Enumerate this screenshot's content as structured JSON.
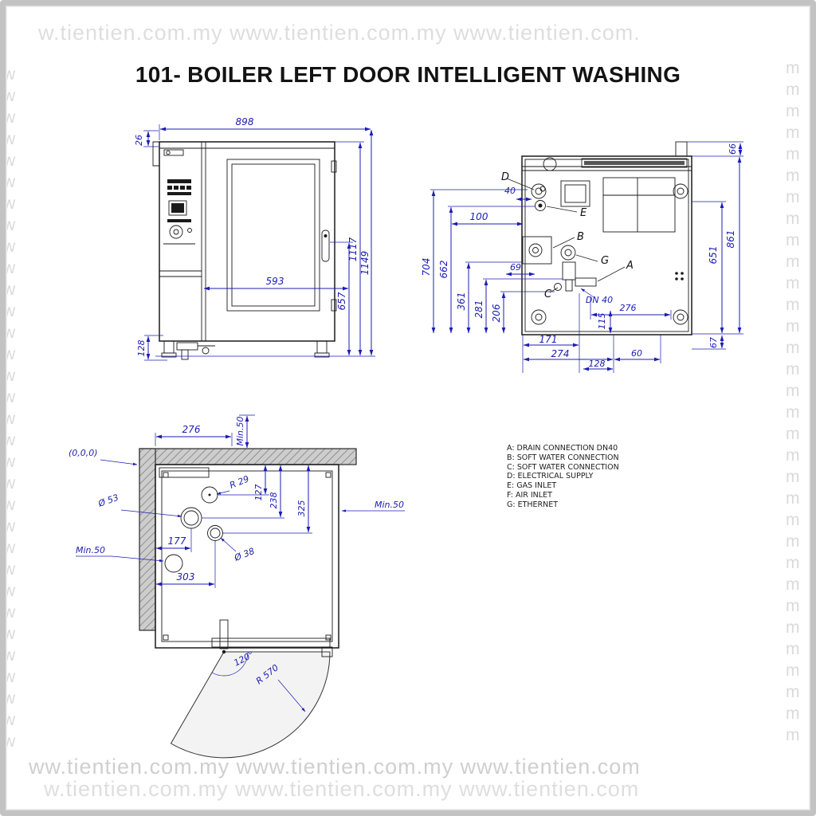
{
  "title": "101- BOILER LEFT DOOR  INTELLIGENT WASHING",
  "watermarks": {
    "top": "w.tientien.com.my www.tientien.com.my www.tientien.com.",
    "bottom1": "ww.tientien.com.my www.tientien.com.my www.tientien.com",
    "bottom2": "w.tientien.com.my www.tientien.com.my www.tientien.com",
    "left_column": "w\nw\nw\nw\nw\nw\nw\nw\nw\nw\nw\nw\nw\nw\nw\nw\nw\nw\nw\nw\nw\nw\nw\nw\nw\nw\nw\nw\nw\nw\nw\nw",
    "right_column": "m\nm\nm\nm\nm\nm\nm\nm\nm\nm\nm\nm\nm\nm\nm\nm\nm\nm\nm\nm\nm\nm\nm\nm\nm\nm\nm\nm\nm\nm\nm\nm"
  },
  "front_view": {
    "dim_total_width": "898",
    "dim_top_offset": "26",
    "dim_door_width": "593",
    "dim_handle_height": "657",
    "dim_body_height": "1117",
    "dim_total_height": "1149",
    "dim_base_height": "128"
  },
  "top_view": {
    "dim_66": "66",
    "dim_40": "40",
    "dim_100": "100",
    "dim_861": "861",
    "dim_651": "651",
    "dim_67": "67",
    "dim_704": "704",
    "dim_662": "662",
    "dim_361": "361",
    "dim_281": "281",
    "dim_206": "206",
    "dim_69": "69",
    "dim_dn40": "DN 40",
    "dim_115": "115",
    "dim_276": "276",
    "dim_171": "171",
    "dim_274": "274",
    "dim_128": "128",
    "dim_60": "60",
    "label_a": "A",
    "label_b": "B",
    "label_c": "C",
    "label_d": "D",
    "label_e": "E",
    "label_g": "G"
  },
  "plan_view": {
    "origin": "(0,0,0)",
    "dim_276": "276",
    "min50_top": "Min.50",
    "min50_left": "Min.50",
    "min50_right": "Min.50",
    "r29": "R 29",
    "dia53": "Ø 53",
    "dia38": "Ø 38",
    "dim_238": "238",
    "dim_325": "325",
    "dim_127": "127",
    "dim_177": "177",
    "dim_303": "303",
    "door_angle": "120°",
    "door_radius": "R 570"
  },
  "legend": {
    "items": [
      "A: DRAIN CONNECTION DN40",
      "B: SOFT WATER CONNECTION",
      "C: SOFT WATER CONNECTION",
      "D: ELECTRICAL SUPPLY",
      "E: GAS INLET",
      "F: AIR INLET",
      "G: ETHERNET"
    ]
  },
  "colors": {
    "dimension_blue": "#1c1cb4",
    "drawing_black": "#1a1a1a",
    "watermark_gray": "#dedede"
  }
}
